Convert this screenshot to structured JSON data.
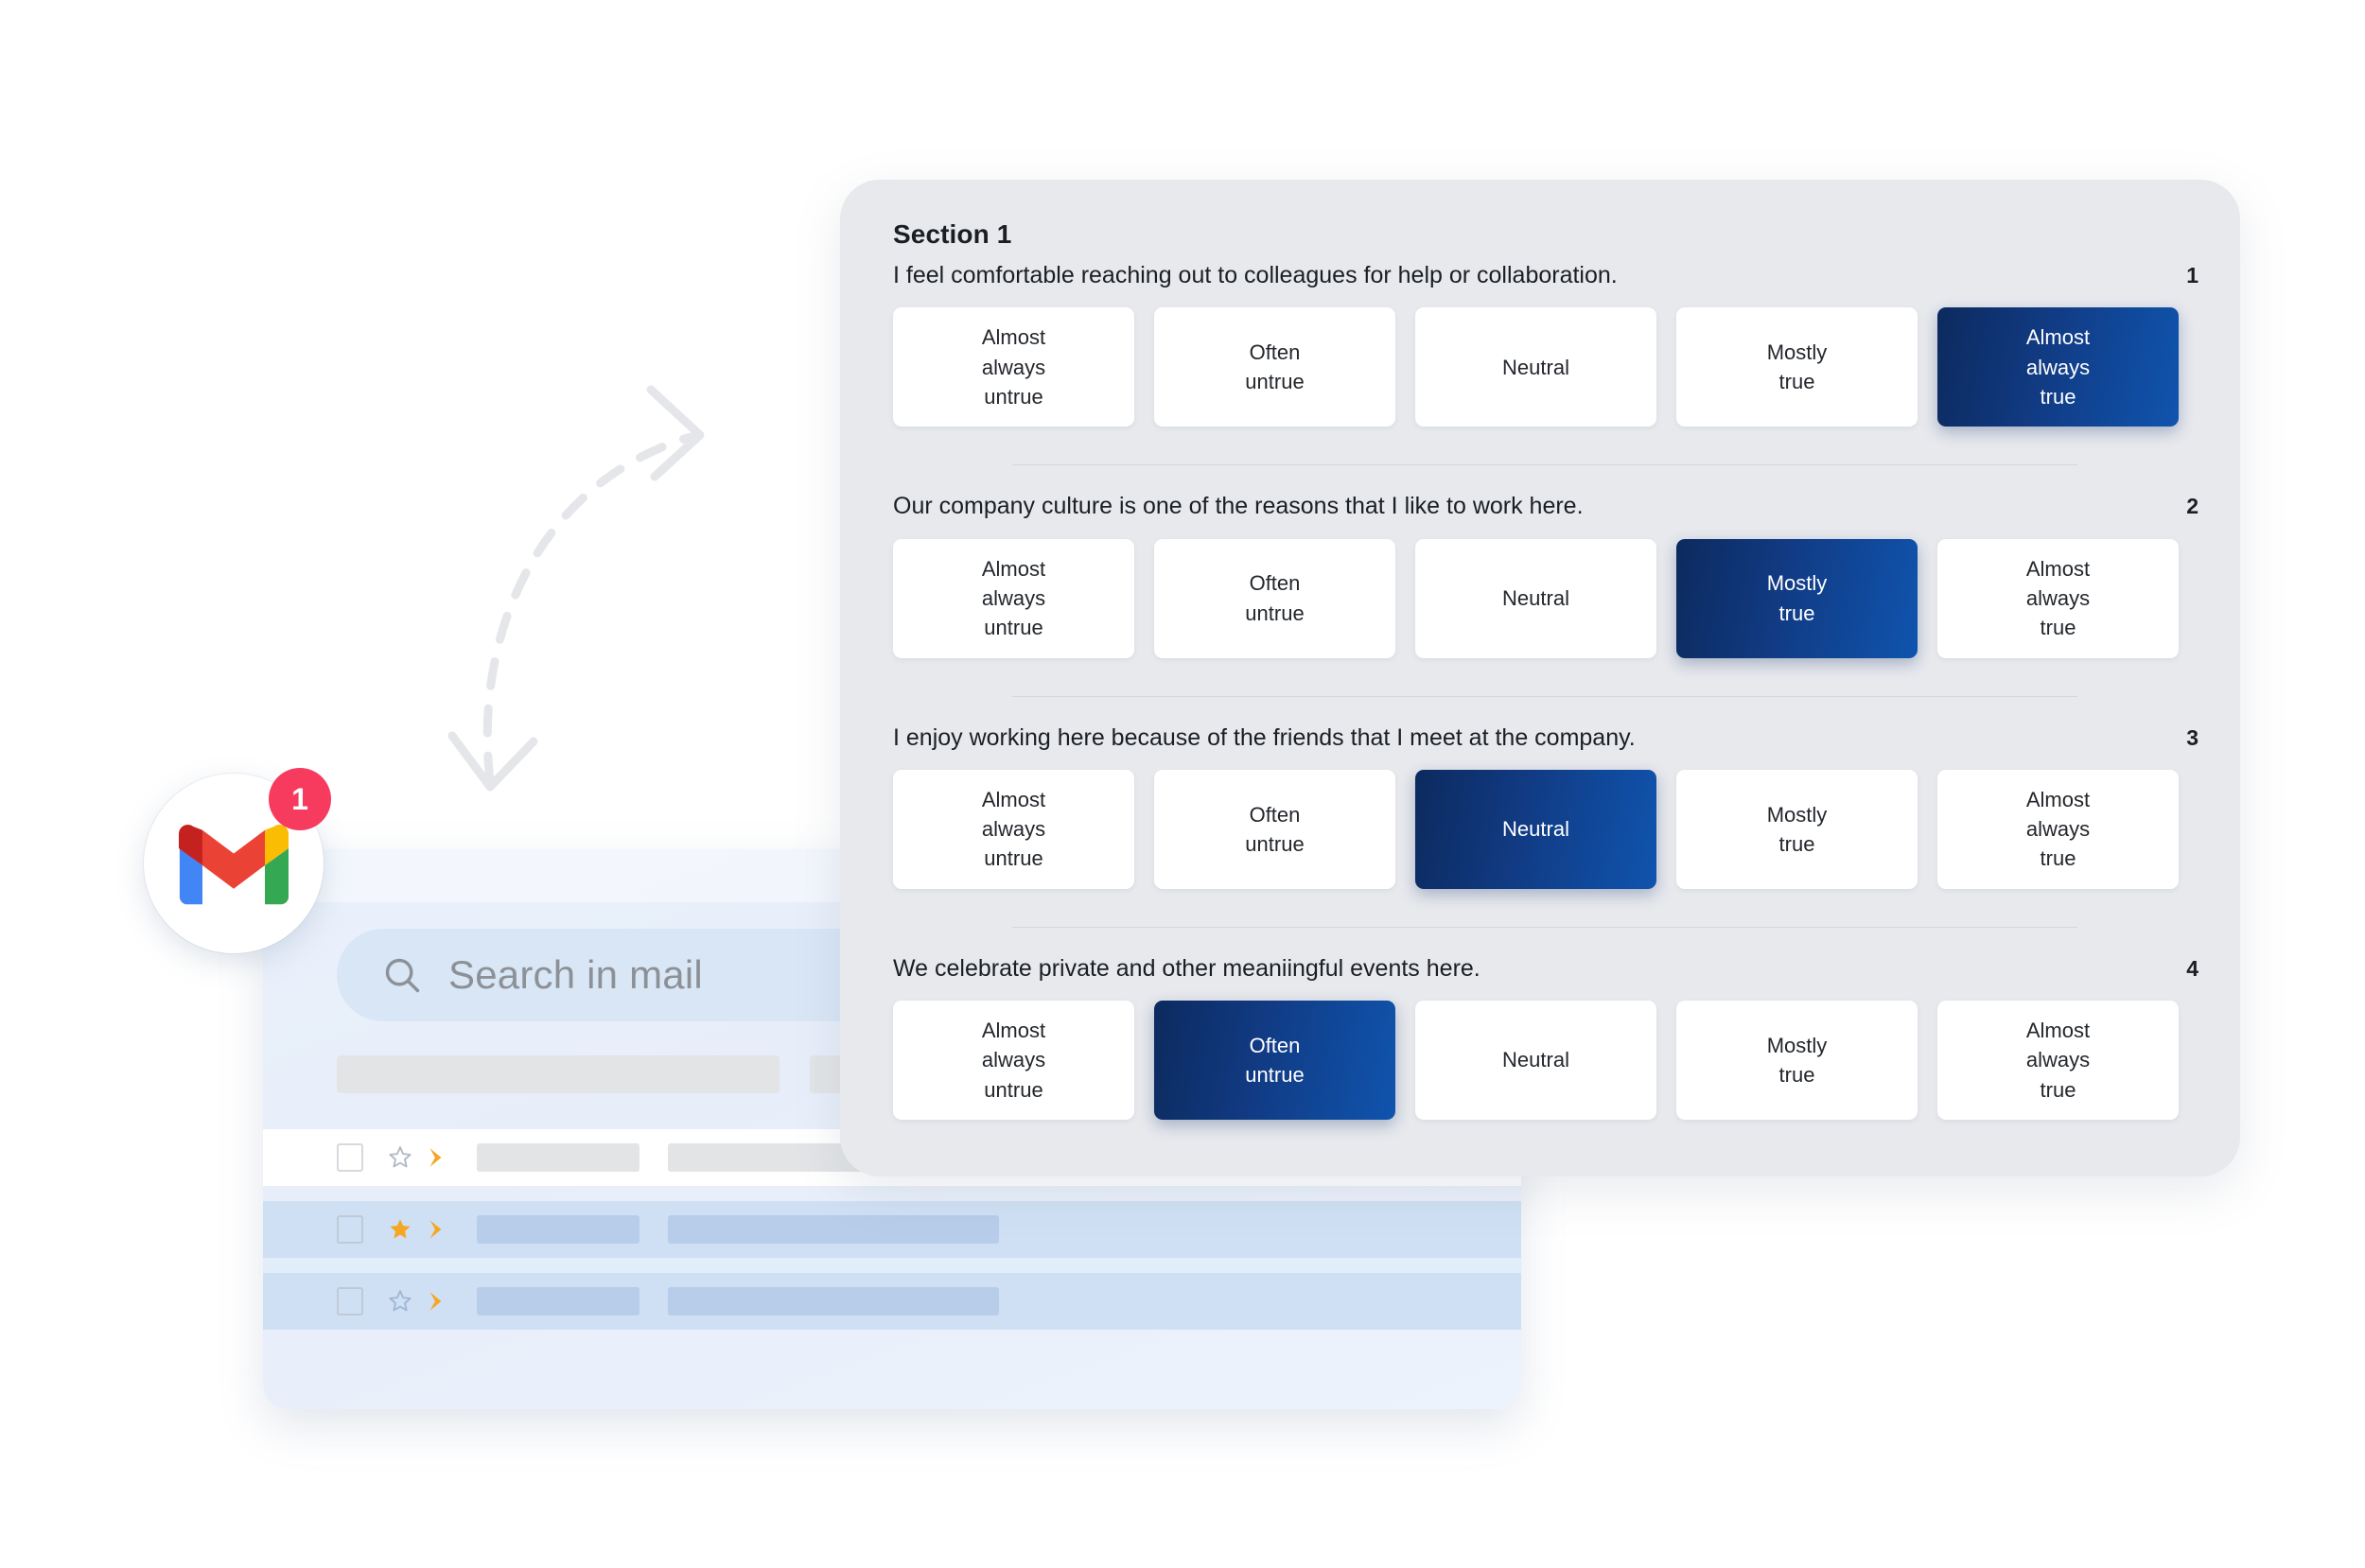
{
  "survey": {
    "section_title": "Section 1",
    "scale_labels": [
      "Almost\nalways\nuntrue",
      "Often\nuntrue",
      "Neutral",
      "Mostly\ntrue",
      "Almost\nalways\ntrue"
    ],
    "questions": [
      {
        "number": "1",
        "text": "I feel comfortable reaching out to colleagues for help or collaboration.",
        "options": [
          {
            "label": "Almost always untrue",
            "lines": [
              "Almost",
              "always",
              "untrue"
            ],
            "selected": false
          },
          {
            "label": "Often untrue",
            "lines": [
              "Often",
              "untrue"
            ],
            "selected": false
          },
          {
            "label": "Neutral",
            "lines": [
              "Neutral"
            ],
            "selected": false
          },
          {
            "label": "Mostly true",
            "lines": [
              "Mostly",
              "true"
            ],
            "selected": false
          },
          {
            "label": "Almost always true",
            "lines": [
              "Almost",
              "always",
              "true"
            ],
            "selected": true
          }
        ]
      },
      {
        "number": "2",
        "text": "Our company culture is one of the reasons that I like to work here.",
        "options": [
          {
            "label": "Almost always untrue",
            "lines": [
              "Almost",
              "always",
              "untrue"
            ],
            "selected": false
          },
          {
            "label": "Often untrue",
            "lines": [
              "Often",
              "untrue"
            ],
            "selected": false
          },
          {
            "label": "Neutral",
            "lines": [
              "Neutral"
            ],
            "selected": false
          },
          {
            "label": "Mostly true",
            "lines": [
              "Mostly",
              "true"
            ],
            "selected": true
          },
          {
            "label": "Almost always true",
            "lines": [
              "Almost",
              "always",
              "true"
            ],
            "selected": false
          }
        ]
      },
      {
        "number": "3",
        "text": "I enjoy working here because of the friends that I meet at the company.",
        "options": [
          {
            "label": "Almost always untrue",
            "lines": [
              "Almost",
              "always",
              "untrue"
            ],
            "selected": false
          },
          {
            "label": "Often untrue",
            "lines": [
              "Often",
              "untrue"
            ],
            "selected": false
          },
          {
            "label": "Neutral",
            "lines": [
              "Neutral"
            ],
            "selected": true
          },
          {
            "label": "Mostly true",
            "lines": [
              "Mostly",
              "true"
            ],
            "selected": false
          },
          {
            "label": "Almost always true",
            "lines": [
              "Almost",
              "always",
              "true"
            ],
            "selected": false
          }
        ]
      },
      {
        "number": "4",
        "text": "We celebrate private and other meaniingful events here.",
        "options": [
          {
            "label": "Almost always untrue",
            "lines": [
              "Almost",
              "always",
              "untrue"
            ],
            "selected": false
          },
          {
            "label": "Often untrue",
            "lines": [
              "Often",
              "untrue"
            ],
            "selected": true
          },
          {
            "label": "Neutral",
            "lines": [
              "Neutral"
            ],
            "selected": false
          },
          {
            "label": "Mostly true",
            "lines": [
              "Mostly",
              "true"
            ],
            "selected": false
          },
          {
            "label": "Almost always true",
            "lines": [
              "Almost",
              "always",
              "true"
            ],
            "selected": false
          }
        ]
      }
    ]
  },
  "gmail": {
    "search": {
      "placeholder": "Search in mail",
      "icon": "search-icon"
    },
    "badge_count": "1",
    "logo_icon": "gmail-logo-icon",
    "rows": [
      {
        "starred": false,
        "important": true,
        "tone": "white"
      },
      {
        "starred": true,
        "important": true,
        "tone": "blue"
      },
      {
        "starred": false,
        "important": true,
        "tone": "blue2"
      }
    ]
  },
  "colors": {
    "panel_bg": "#e7e9ed",
    "selected_from": "#0c2a5e",
    "selected_to": "#1054ae",
    "badge_red": "#f73b5e",
    "star_gold": "#f5a623",
    "gmail_blue": "#4285f4",
    "gmail_red": "#ea4335",
    "gmail_yellow": "#fbbc04",
    "gmail_green": "#34a853"
  }
}
